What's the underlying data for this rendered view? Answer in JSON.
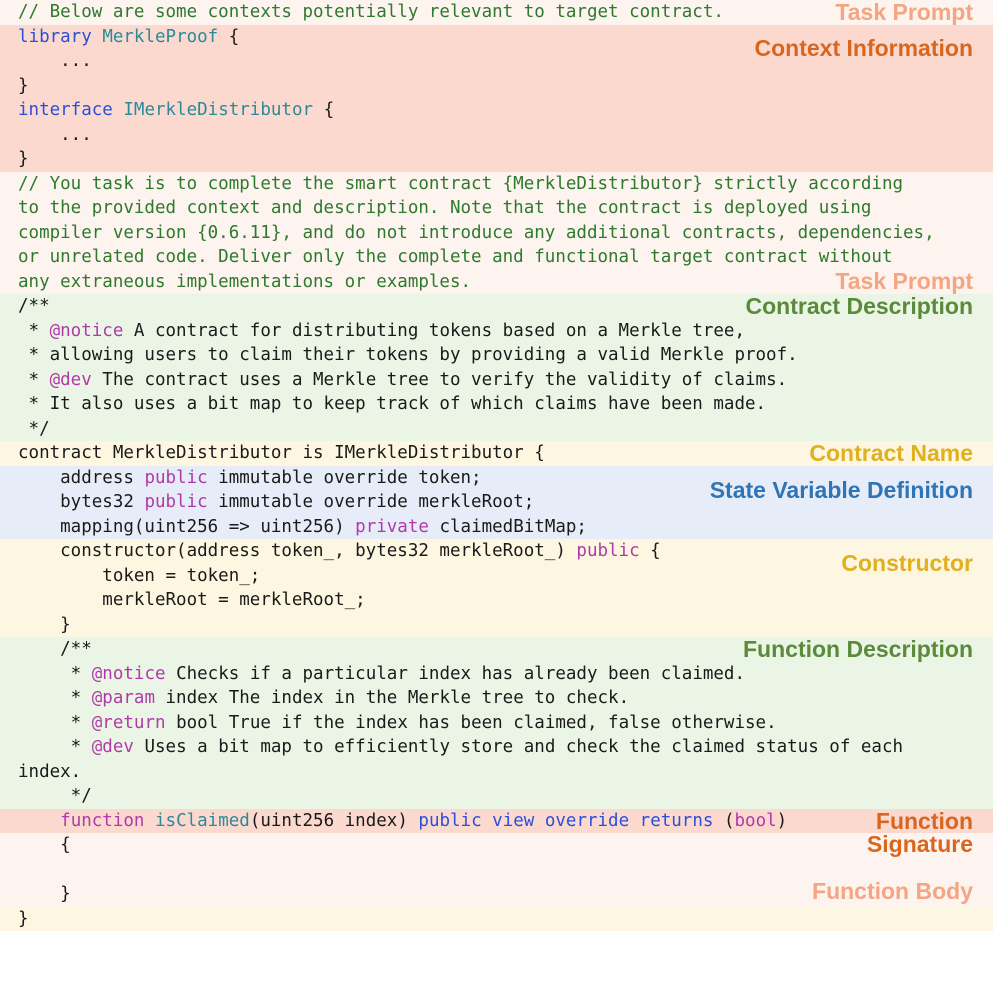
{
  "labels": {
    "task_prompt_top": "Task Prompt",
    "context_information": "Context Information",
    "task_prompt_bottom": "Task Prompt",
    "contract_description": "Contract Description",
    "contract_name": "Contract Name",
    "state_variable_definition": "State Variable Definition",
    "constructor": "Constructor",
    "function_description": "Function Description",
    "function_signature_line1": "Function",
    "function_signature_line2": "Signature",
    "function_body": "Function Body"
  },
  "code": {
    "prompt_intro": "// Below are some contexts potentially relevant to target contract.",
    "ctx_library_kw": "library",
    "ctx_library_name": "MerkleProof",
    "ctx_library_open": " {",
    "ctx_ellipsis": "    ...",
    "ctx_close": "}",
    "ctx_interface_kw": "interface",
    "ctx_interface_name": "IMerkleDistributor",
    "task_line1": "// You task is to complete the smart contract {MerkleDistributor} strictly according",
    "task_line2": "to the provided context and description. Note that the contract is deployed using",
    "task_line3": "compiler version {0.6.11}, and do not introduce any additional contracts, dependencies,",
    "task_line4": "or unrelated code. Deliver only the complete and functional target contract without",
    "task_line5": "any extraneous implementations or examples.",
    "desc_open": "/**",
    "desc_l1_pre": " * ",
    "desc_l1_tag": "@notice",
    "desc_l1_text": " A contract for distributing tokens based on a Merkle tree,",
    "desc_l2": " * allowing users to claim their tokens by providing a valid Merkle proof.",
    "desc_l3_pre": " * ",
    "desc_l3_tag": "@dev",
    "desc_l3_text": " The contract uses a Merkle tree to verify the validity of claims.",
    "desc_l4": " * It also uses a bit map to keep track of which claims have been made.",
    "desc_close": " */",
    "contract_line": "contract MerkleDistributor is IMerkleDistributor {",
    "sv1_a": "    address ",
    "sv1_kw": "public",
    "sv1_b": " immutable override token;",
    "sv2_a": "    bytes32 ",
    "sv2_kw": "public",
    "sv2_b": " immutable override merkleRoot;",
    "sv3_a": "    mapping(uint256 => uint256) ",
    "sv3_kw": "private",
    "sv3_b": " claimedBitMap;",
    "ctor_a": "    constructor(address token_, bytes32 merkleRoot_) ",
    "ctor_kw": "public",
    "ctor_b": " {",
    "ctor_l2": "        token = token_;",
    "ctor_l3": "        merkleRoot = merkleRoot_;",
    "ctor_close": "    }",
    "fd_open": "    /**",
    "fd_l1_pre": "     * ",
    "fd_l1_tag": "@notice",
    "fd_l1_text": " Checks if a particular index has already been claimed.",
    "fd_l2_pre": "     * ",
    "fd_l2_tag": "@param",
    "fd_l2_text": " index The index in the Merkle tree to check.",
    "fd_l3_pre": "     * ",
    "fd_l3_tag": "@return",
    "fd_l3_text": " bool True if the index has been claimed, false otherwise.",
    "fd_l4_pre": "     * ",
    "fd_l4_tag": "@dev",
    "fd_l4_text": " Uses a bit map to efficiently store and check the claimed status of each",
    "fd_l5": "index.",
    "fd_close": "     */",
    "sig_indent": "    ",
    "sig_function": "function",
    "sig_space": " ",
    "sig_name": "isClaimed",
    "sig_params": "(uint256 index) ",
    "sig_mods": "public view override returns",
    "sig_paren_open": " (",
    "sig_bool": "bool",
    "sig_paren_close": ")",
    "body_open": "    {",
    "body_blank": "",
    "body_close": "    }",
    "final_close": "}"
  },
  "colors": {
    "comment": "#2d7a2d",
    "keyword": "#2a4fd8",
    "type_name": "#2a8a9a",
    "doc_tag": "#b03aa8",
    "task_prompt_label": "#f4a582",
    "context_label": "#d9661f",
    "description_label": "#5a8a3a",
    "contract_name_label": "#e0b020",
    "state_variable_label": "#2f74b5",
    "constructor_label": "#e0b020",
    "function_label": "#d9661f"
  }
}
